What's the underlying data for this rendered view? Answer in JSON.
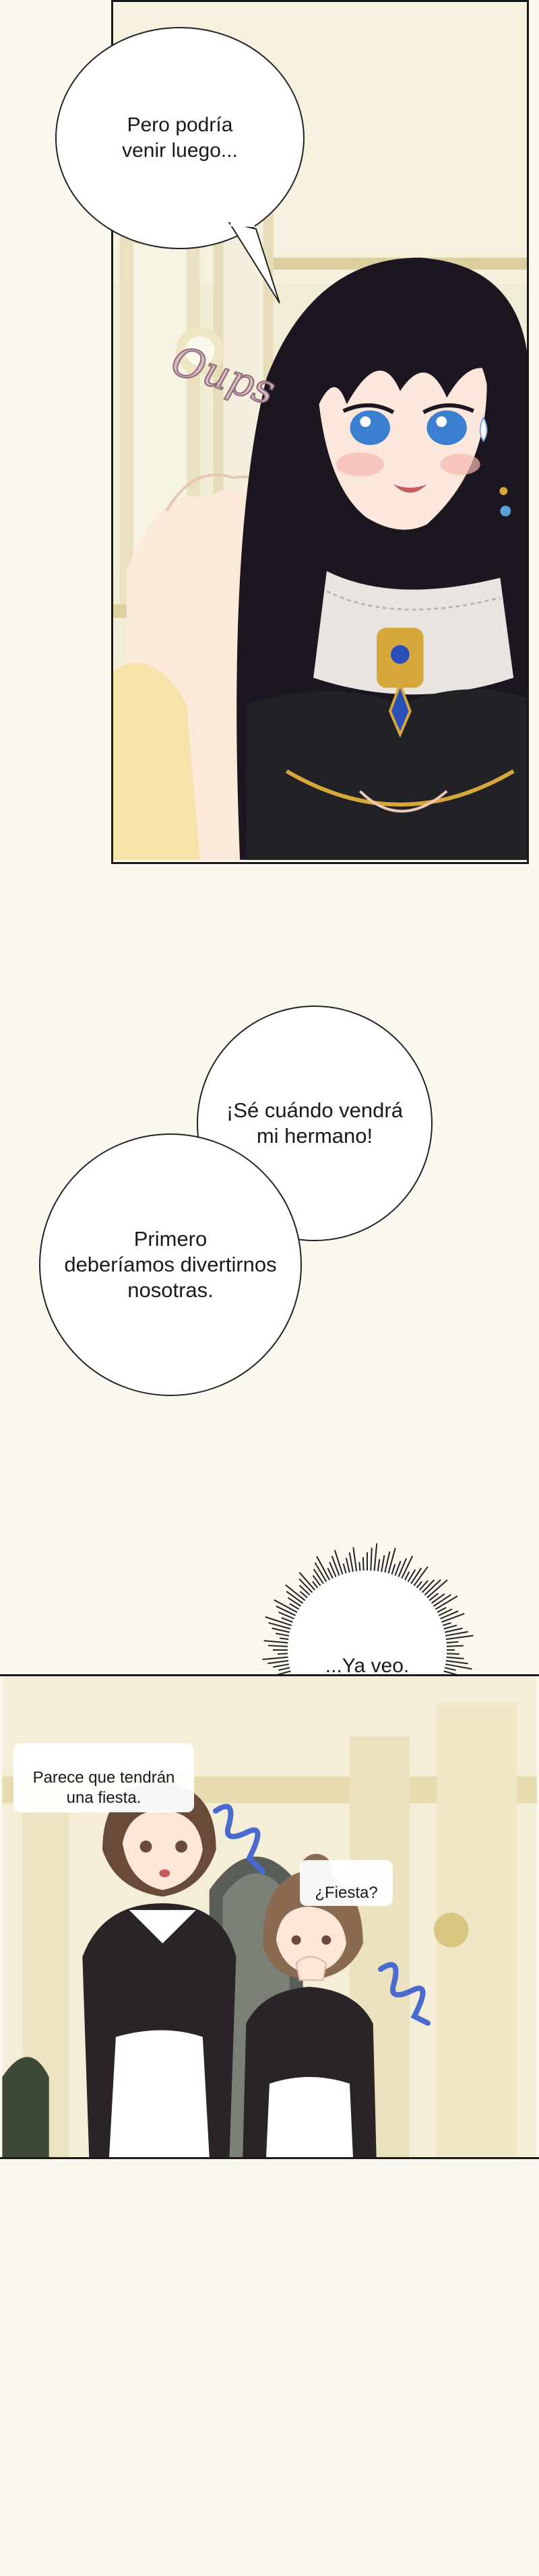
{
  "page": {
    "background": "#fbf8f0"
  },
  "panel1": {
    "bubble_text": "Pero podría\nvenir luego...",
    "sfx_text": "Oups",
    "hair_color": "#1b1620",
    "eye_color": "#3a7fd0",
    "gem_color": "#2a4fb8",
    "gold_color": "#d6a83c",
    "dress_color": "#222126"
  },
  "dialogue": {
    "bubble_top": "¡Sé cuándo vendrá\nmi hermano!",
    "bubble_bottom": "Primero\ndeberíamos divertirnos\nnosotras."
  },
  "thought": {
    "text": "...Ya veo."
  },
  "panel2": {
    "caption_left": "Parece que tendrán\nuna fiesta.",
    "caption_right": "¿Fiesta?",
    "uniform_color": "#2a2428",
    "apron_color": "#ffffff",
    "sfx_color": "#4a6ad0"
  }
}
